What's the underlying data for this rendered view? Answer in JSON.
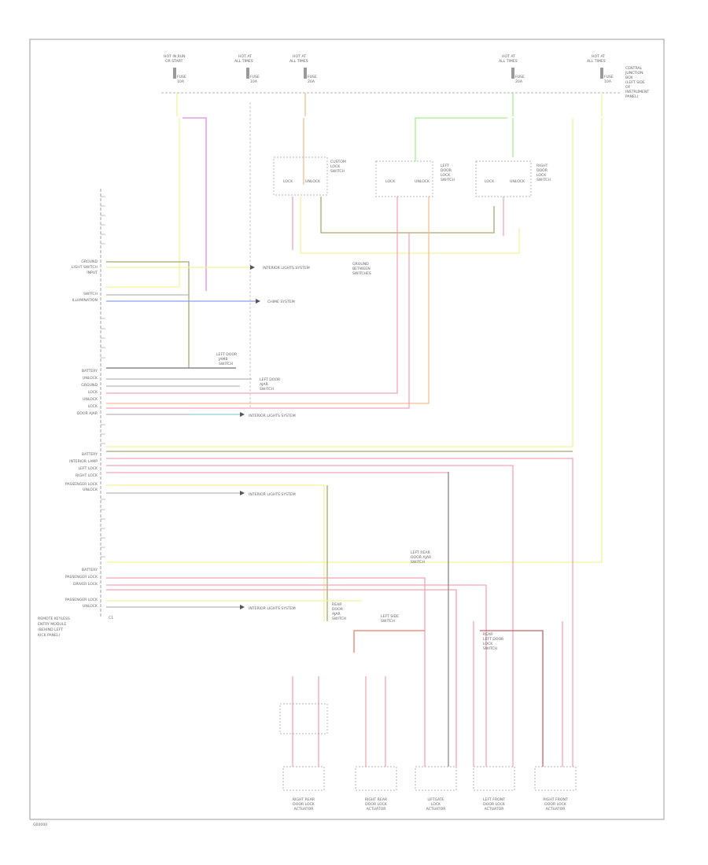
{
  "fuses": [
    {
      "id": "f1",
      "lines": [
        "HOT IN RUN",
        "OR START",
        "FUSE",
        "10A"
      ]
    },
    {
      "id": "f2",
      "lines": [
        "HOT AT",
        "ALL TIMES",
        "FUSE",
        "10A"
      ]
    },
    {
      "id": "f3",
      "lines": [
        "HOT AT",
        "ALL TIMES",
        "FUSE",
        "20A"
      ]
    },
    {
      "id": "f4",
      "lines": [
        "HOT AT",
        "ALL TIMES",
        "FUSE",
        "20A"
      ]
    },
    {
      "id": "f5",
      "lines": [
        "HOT AT",
        "ALL TIMES",
        "FUSE",
        "10A"
      ]
    }
  ],
  "fuse_panel_label": [
    "CENTRAL",
    "JUNCTION",
    "BOX",
    "(LEFT SIDE",
    "OF",
    "INSTRUMENT",
    "PANEL)"
  ],
  "module": {
    "label": [
      "REMOTE KEYLESS",
      "ENTRY MODULE",
      "(BEHIND LEFT",
      "KICK PANEL)"
    ],
    "connector_tag": "C1"
  },
  "module_groups": [
    {
      "id": "g1",
      "labels": [
        "GROUND",
        "LIGHT SWITCH",
        "INPUT",
        "SWITCH",
        "ILLUMINATION"
      ]
    },
    {
      "id": "g2",
      "labels": [
        "BATTERY",
        "UNLOCK",
        "GROUND",
        "LOCK",
        "UNLOCK",
        "LOCK",
        "DOOR AJAR"
      ]
    },
    {
      "id": "g3",
      "labels": [
        "BATTERY",
        "INTERIOR LAMP",
        "LEFT LOCK",
        "RIGHT LOCK",
        "PASSENGER LOCK",
        "UNLOCK"
      ]
    },
    {
      "id": "g4",
      "labels": [
        "BATTERY",
        "PASSENGER LOCK",
        "DRIVER LOCK",
        "PASSENGER LOCK",
        "UNLOCK"
      ]
    }
  ],
  "switches": [
    {
      "id": "s1",
      "lines": [
        "CUSTOM",
        "LOCK",
        "SWITCH"
      ],
      "contacts": [
        "LOCK",
        "UNLOCK"
      ]
    },
    {
      "id": "s2",
      "lines": [
        "LEFT",
        "DOOR",
        "LOCK",
        "SWITCH"
      ],
      "contacts": [
        "LOCK",
        "UNLOCK"
      ]
    },
    {
      "id": "s3",
      "lines": [
        "RIGHT",
        "DOOR",
        "LOCK",
        "SWITCH"
      ],
      "contacts": [
        "LOCK",
        "UNLOCK"
      ]
    }
  ],
  "destinations": [
    {
      "id": "d1",
      "text": "INTERIOR LIGHTS SYSTEM"
    },
    {
      "id": "d2",
      "text": "CHIME SYSTEM"
    },
    {
      "id": "d3",
      "text": "INTERIOR LIGHTS SYSTEM"
    },
    {
      "id": "d4",
      "text": "INTERIOR LIGHTS SYSTEM"
    },
    {
      "id": "d5",
      "text": "INTERIOR LIGHTS SYSTEM"
    }
  ],
  "notes": [
    {
      "id": "n1",
      "lines": [
        "LEFT DOOR",
        "JAMB",
        "SWITCH"
      ]
    },
    {
      "id": "n2",
      "lines": [
        "LEFT DOOR",
        "AJAR",
        "SWITCH"
      ]
    },
    {
      "id": "n3",
      "lines": [
        "GROUND",
        "BETWEEN",
        "SWITCHES"
      ]
    },
    {
      "id": "n4",
      "lines": [
        "LEFT REAR",
        "DOOR AJAR",
        "SWITCH"
      ]
    },
    {
      "id": "n5",
      "lines": [
        "LEFT SIDE",
        "SWITCH"
      ]
    },
    {
      "id": "n6",
      "lines": [
        "REAR",
        "DOOR",
        "AJAR",
        "SWITCH"
      ]
    },
    {
      "id": "n7",
      "lines": [
        "REAR",
        "LEFT DOOR",
        "LOCK",
        "SWITCH"
      ]
    }
  ],
  "motors": [
    {
      "id": "m1",
      "lines": [
        "RIGHT REAR",
        "DOOR LOCK",
        "ACTUATOR"
      ]
    },
    {
      "id": "m2",
      "lines": [
        "RIGHT REAR",
        "DOOR LOCK",
        "ACTUATOR"
      ]
    },
    {
      "id": "m3",
      "lines": [
        "LIFTGATE",
        "LOCK",
        "ACTUATOR"
      ]
    },
    {
      "id": "m4",
      "lines": [
        "LEFT FRONT",
        "DOOR LOCK",
        "ACTUATOR"
      ]
    },
    {
      "id": "m5",
      "lines": [
        "RIGHT FRONT",
        "DOOR LOCK",
        "ACTUATOR"
      ]
    }
  ],
  "figure_id": "G00000",
  "colors": {
    "yellow": "#f2f29a",
    "pink": "#f3a4b4",
    "magenta": "#e08ce0",
    "orange": "#f6be8e",
    "olive": "#a8a870",
    "green": "#a6ee8a",
    "blue": "#8c9cf0",
    "teal": "#8ad0cc",
    "red_brown": "#c8606c",
    "gray": "#707070",
    "text": "#666666"
  }
}
